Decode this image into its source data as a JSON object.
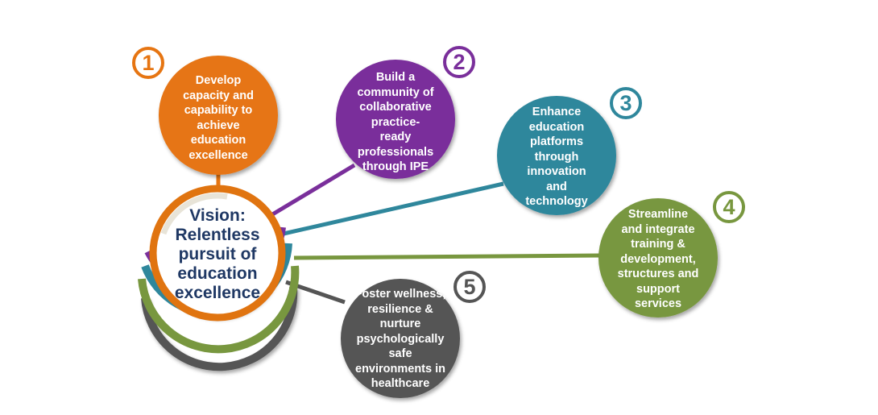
{
  "vision": {
    "text": "Vision:\nRelentless\npursuit of\neducation\nexcellence",
    "text_color": "#1f3864",
    "ring_color": "#e07410",
    "inner_ring_color": "#e8e4d8"
  },
  "goals": [
    {
      "number": "1",
      "text": "Develop\ncapacity and\ncapability to\nachieve\neducation\nexcellence",
      "color": "#e67512"
    },
    {
      "number": "2",
      "text": "Build a\ncommunity of\ncollaborative\npractice-\nready\nprofessionals\nthrough IPE",
      "color": "#7a2f9b"
    },
    {
      "number": "3",
      "text": "Enhance\neducation\nplatforms\nthrough\ninnovation\nand\ntechnology",
      "color": "#2f879c"
    },
    {
      "number": "4",
      "text": "Streamline\nand integrate\ntraining &\ndevelopment,\nstructures and\nsupport\nservices",
      "color": "#78973f"
    },
    {
      "number": "5",
      "text": "Foster wellness,\nresilience &\nnurture\npsychologically\nsafe\nenvironments in\nhealthcare",
      "color": "#555555"
    }
  ]
}
